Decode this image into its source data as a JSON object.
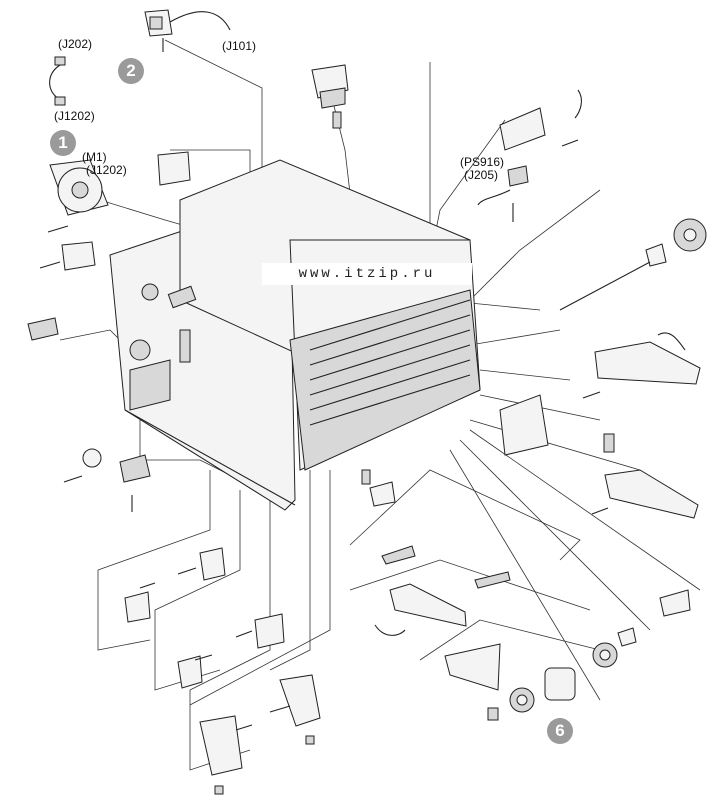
{
  "labels": {
    "j202": "(J202)",
    "j1202_top": "(J1202)",
    "j101": "(J101)",
    "m1": "(M1)",
    "j1202_m1": "(J1202)",
    "ps916": "(PS916)",
    "j205": "(J205)"
  },
  "callouts": {
    "c1": "1",
    "c2": "2",
    "c6": "6"
  },
  "watermark": "www.itzip.ru"
}
